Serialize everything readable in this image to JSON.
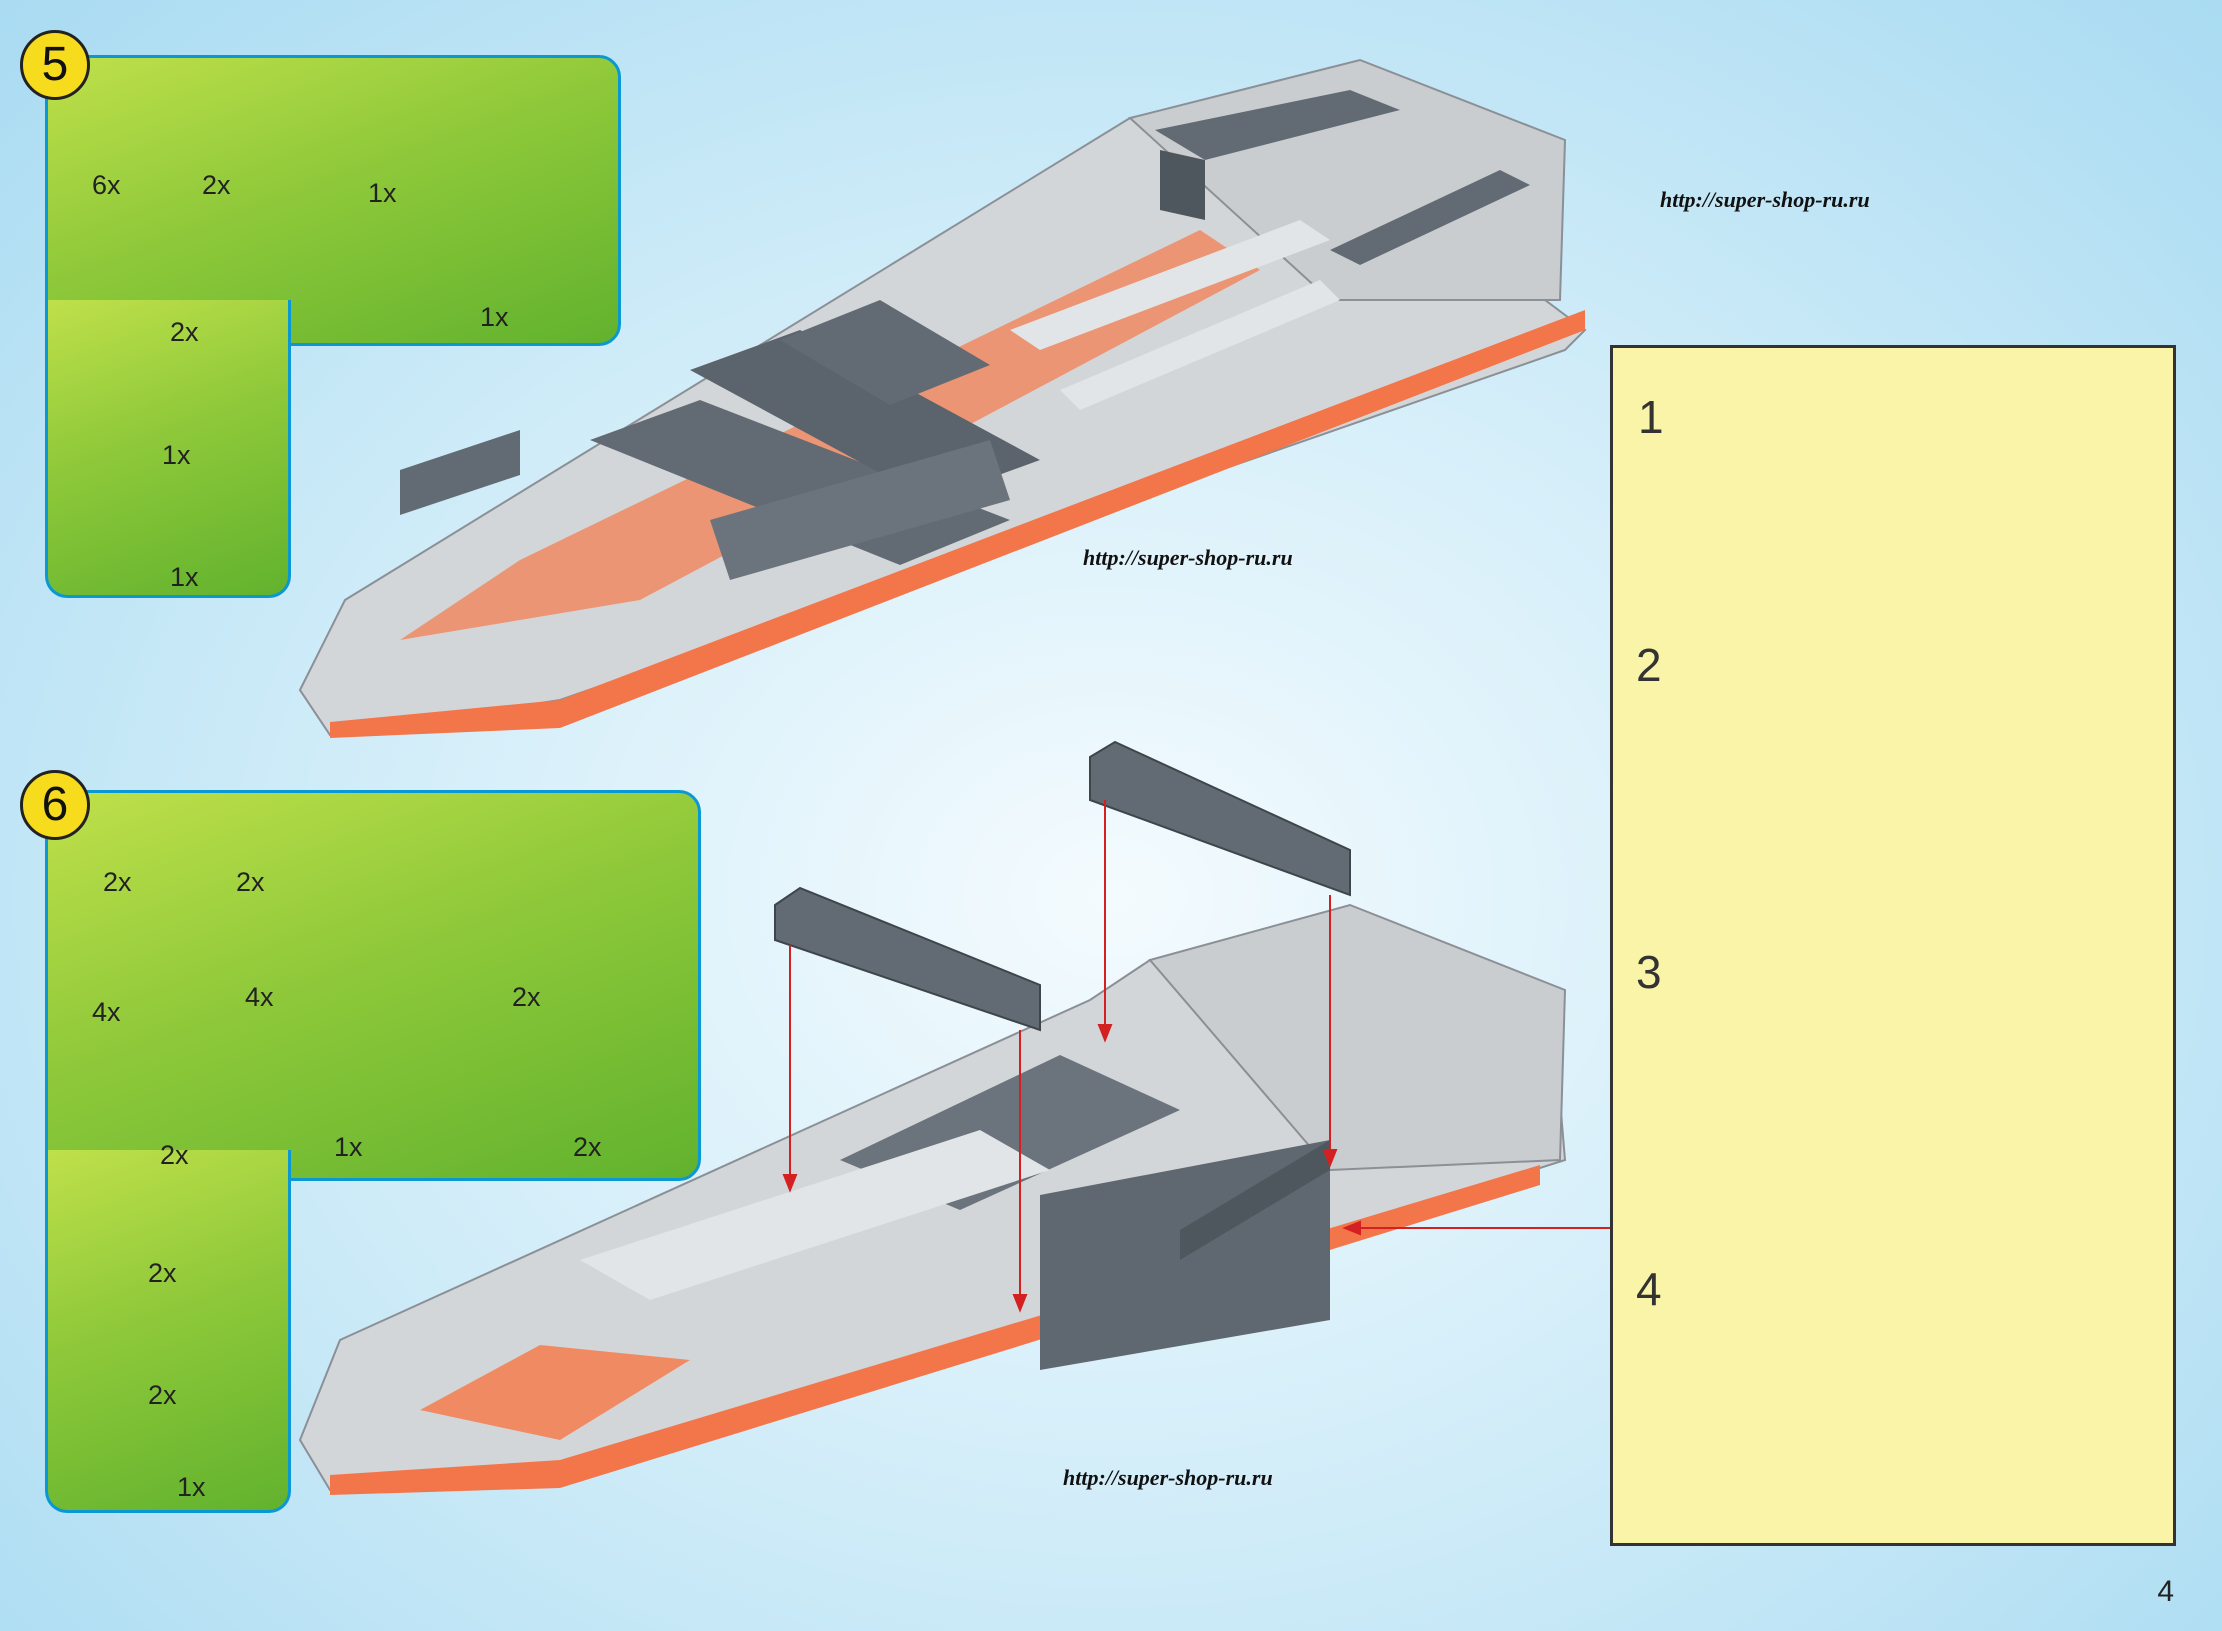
{
  "step5": {
    "number": "5",
    "parts": [
      "6x",
      "2x",
      "1x",
      "2x",
      "1x",
      "1x",
      "1x"
    ]
  },
  "step6": {
    "number": "6",
    "parts": [
      "2x",
      "2x",
      "4x",
      "4x",
      "2x",
      "2x",
      "1x",
      "2x",
      "2x",
      "2x",
      "1x"
    ]
  },
  "subassembly": {
    "steps": [
      "1",
      "2",
      "3",
      "4"
    ]
  },
  "watermarks": [
    "http://super-shop-ru.ru",
    "http://super-shop-ru.ru",
    "http://super-shop-ru.ru"
  ],
  "page_number": "4",
  "colors": {
    "panel_green": "#8fc93a",
    "panel_border": "#0a98d4",
    "step_badge": "#f7dc1e",
    "subpanel_yellow": "#f9f4a8",
    "brick_dark": "#5f6870",
    "brick_light": "#cfd3d6",
    "hull_orange": "#f2764a",
    "arrow_red": "#d42020"
  }
}
